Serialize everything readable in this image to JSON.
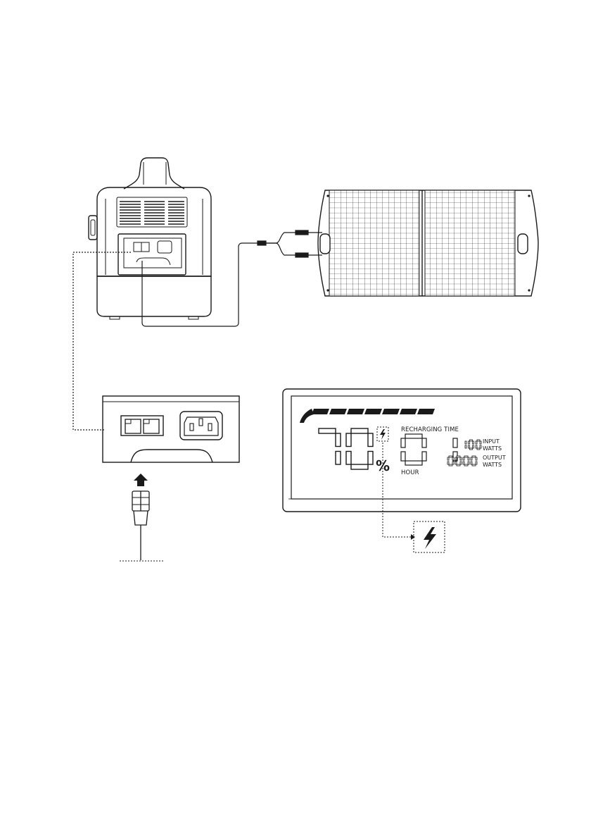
{
  "display": {
    "battery_percent": "70",
    "percent_symbol": "%",
    "recharging_time_label": "RECHARGING TIME",
    "hours_value": "01",
    "hour_label": "HOUR",
    "input_watts_value": "100",
    "input_label": "INPUT",
    "input_watts_label": "WATTS",
    "output_watts_value": "0000",
    "output_label": "OUTPUT",
    "output_watts_label": "WATTS",
    "battery_segments_filled": 7
  },
  "icons": {
    "charging": "lightning-bolt-icon",
    "insert_arrow": "arrow-up-icon"
  },
  "colors": {
    "line": "#1a1a1a",
    "background": "#ffffff"
  }
}
